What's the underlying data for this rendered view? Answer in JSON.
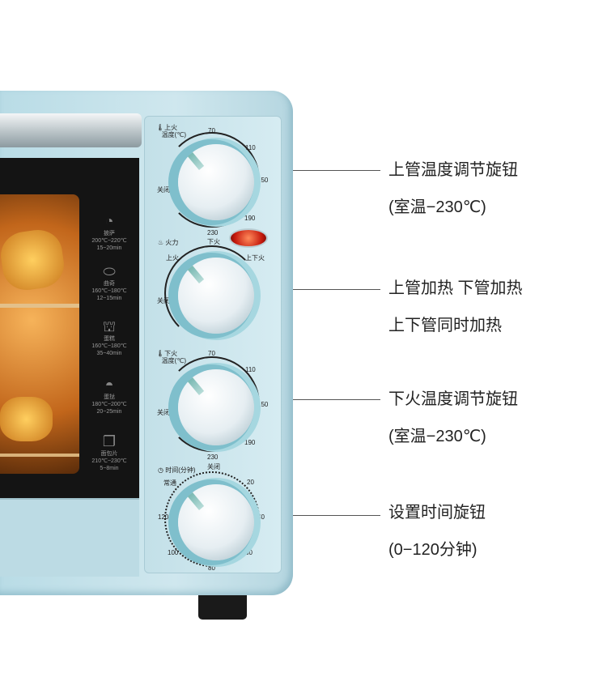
{
  "recipes": [
    {
      "name": "披萨",
      "temp": "200℃~220℃",
      "time": "15~20min",
      "icon": "pizza-icon"
    },
    {
      "name": "曲奇",
      "temp": "160℃~180℃",
      "time": "12~15min",
      "icon": "cookie-icon"
    },
    {
      "name": "蛋糕",
      "temp": "160℃~180℃",
      "time": "35~40min",
      "icon": "cake-icon"
    },
    {
      "name": "蛋挞",
      "temp": "180℃~200℃",
      "time": "20~25min",
      "icon": "egg-tart-icon"
    },
    {
      "name": "面包片",
      "temp": "210℃~230℃",
      "time": "5~8min",
      "icon": "toast-icon"
    }
  ],
  "knobs": {
    "upper_temp": {
      "title1": "上火",
      "title2": "温度(℃)",
      "off": "关闭",
      "marks": [
        "70",
        "110",
        "150",
        "190",
        "230"
      ]
    },
    "heat_mode": {
      "title": "火力",
      "off": "关闭",
      "upper": "上火",
      "lower": "下火",
      "both": "上下火"
    },
    "lower_temp": {
      "title1": "下火",
      "title2": "温度(℃)",
      "off": "关闭",
      "marks": [
        "70",
        "110",
        "150",
        "190",
        "230"
      ]
    },
    "timer": {
      "title": "时间(分钟)",
      "off": "关闭",
      "always": "常通",
      "marks": [
        "20",
        "40",
        "60",
        "80",
        "100",
        "120"
      ]
    }
  },
  "annotations": [
    {
      "line1": "上管温度调节旋钮",
      "line2": "(室温−230℃)"
    },
    {
      "line1": "上管加热  下管加热",
      "line2": "上下管同时加热"
    },
    {
      "line1": "下火温度调节旋钮",
      "line2": "(室温−230℃)"
    },
    {
      "line1": "设置时间旋钮",
      "line2": "(0−120分钟)"
    }
  ]
}
